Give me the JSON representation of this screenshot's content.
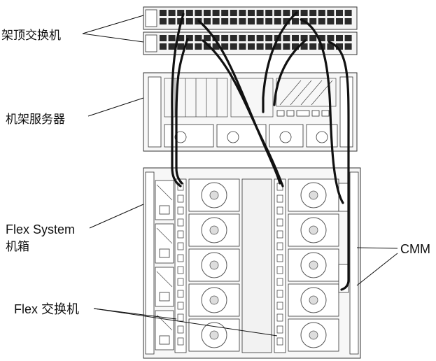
{
  "labels": {
    "top_of_rack_switch": "架顶交换机",
    "rack_server": "机架服务器",
    "flex_system_line1": "Flex System",
    "flex_system_line2": "机箱",
    "cmm": "CMM",
    "flex_switch": "Flex 交换机"
  },
  "colors": {
    "line": "#111111",
    "cable": "#111111",
    "hardware_stroke": "#333333",
    "hardware_fill": "#f4f4f4",
    "port_fill": "#2a2a2a"
  }
}
